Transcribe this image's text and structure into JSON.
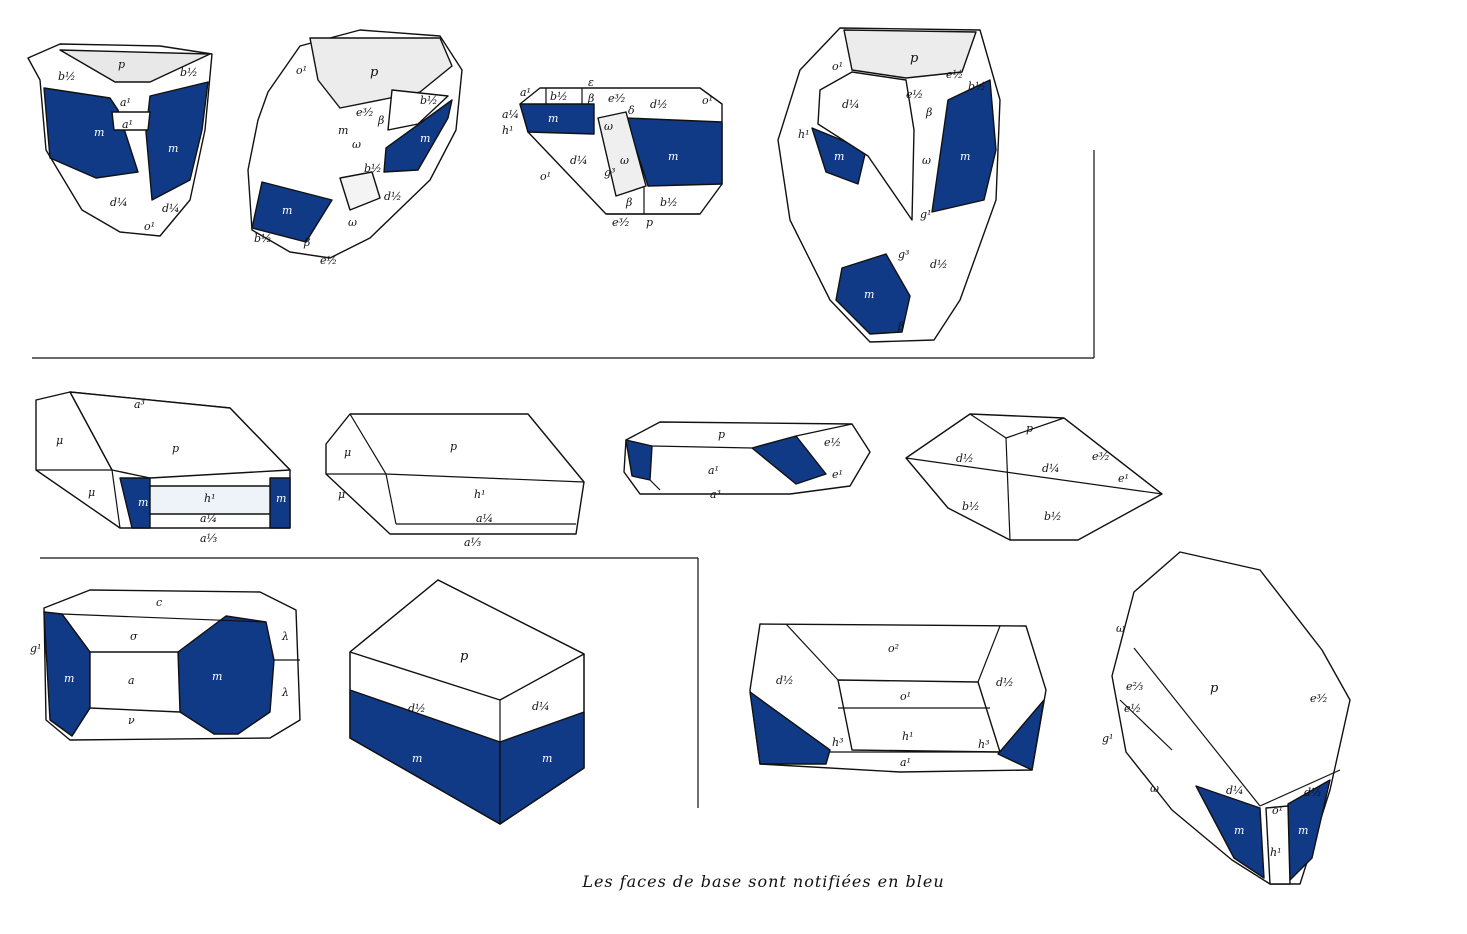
{
  "caption": "Les faces de base sont notifiées en bleu",
  "colors": {
    "base_face": "#113a86",
    "line": "#111111",
    "background": "#ffffff",
    "light_face": "#eef3fa"
  },
  "face_labels": {
    "p": "p",
    "m": "m",
    "a1": "a¹",
    "b12": "b½",
    "d12": "d½",
    "d14": "d¼",
    "o1": "o¹",
    "o2": "o²",
    "h1": "h¹",
    "h3": "h³",
    "g1": "g¹",
    "g3": "g³",
    "e1": "e¹",
    "e12": "e½",
    "e32": "e³⁄₂",
    "e23": "e⅔",
    "a3": "a³",
    "a13": "a⅓",
    "a14": "a¼",
    "omega": "ω",
    "beta": "β",
    "delta": "δ",
    "epsilon": "ε",
    "mu": "μ",
    "c": "c",
    "a": "a",
    "sigma": "σ",
    "nu": "ν",
    "lambda": "λ"
  }
}
